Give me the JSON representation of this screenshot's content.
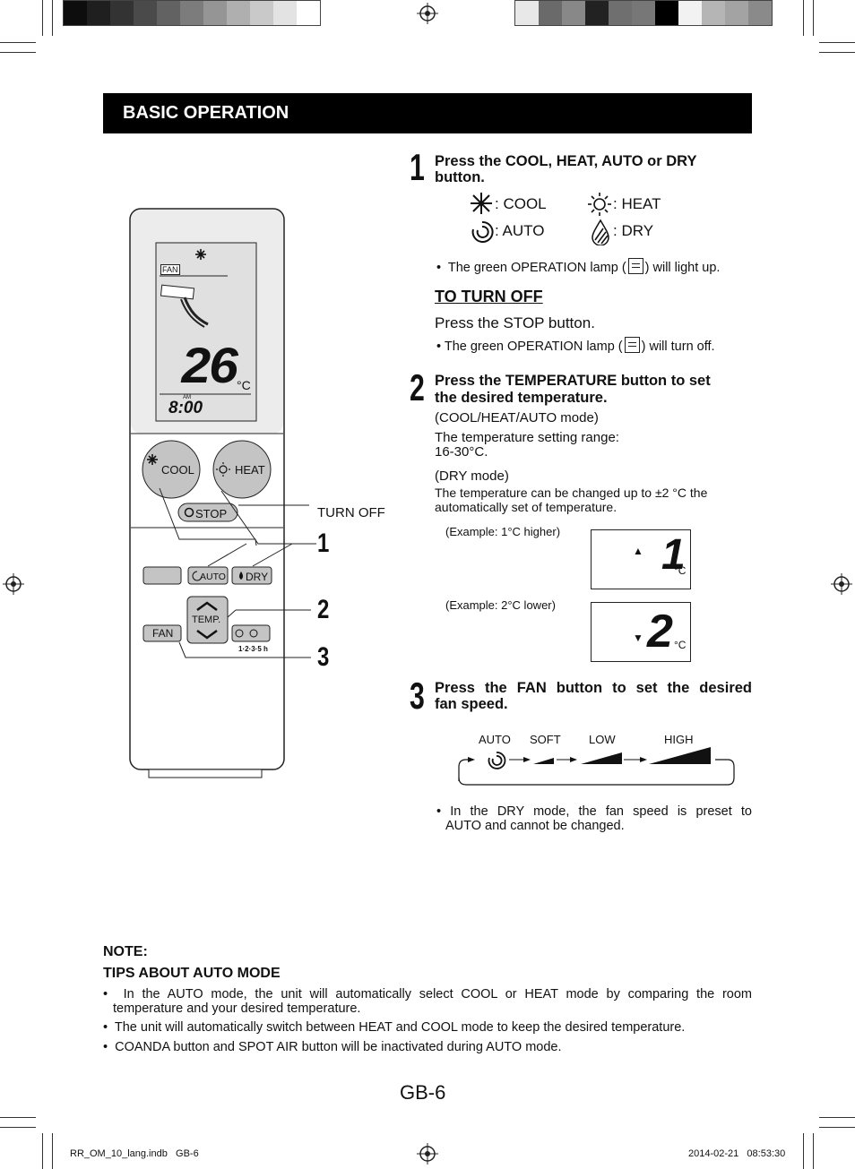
{
  "header": {
    "title": "BASIC OPERATION"
  },
  "step1": {
    "number": "1",
    "title": "Press the COOL, HEAT, AUTO or DRY button.",
    "modes": [
      {
        "icon": "snowflake-icon",
        "label": ": COOL"
      },
      {
        "icon": "sun-icon",
        "label": ": HEAT"
      },
      {
        "icon": "auto-swirl-icon",
        "label": ": AUTO"
      },
      {
        "icon": "drop-icon",
        "label": ": DRY"
      }
    ],
    "lamp_note_pre": "The green OPERATION lamp (",
    "lamp_note_post": ") will light up."
  },
  "turn_off": {
    "heading": "TO TURN OFF",
    "instruction": "Press the STOP button.",
    "lamp_note_pre": "The green OPERATION lamp (",
    "lamp_note_post": ") will turn off."
  },
  "step2": {
    "number": "2",
    "title_line1": "Press the TEMPERATURE button to set",
    "title_line2": "the desired temperature.",
    "mode_a": "(COOL/HEAT/AUTO mode)",
    "range_label": "The temperature setting range:",
    "range_value": "16-30°C.",
    "mode_b": "(DRY mode)",
    "dry_line1": "The temperature can be changed up to ±2 °C the",
    "dry_line2": "automatically set of temperature.",
    "example1": "(Example: 1°C higher)",
    "example1_display": "1",
    "example2": "(Example: 2°C lower)",
    "example2_display": "2",
    "unit": "°C"
  },
  "step3": {
    "number": "3",
    "title_line1": "Press the FAN button to set the desired",
    "title_line2": "fan speed.",
    "speeds": [
      "AUTO",
      "SOFT",
      "LOW",
      "HIGH"
    ],
    "dry_note_line1": "In the DRY mode, the fan speed is preset to",
    "dry_note_line2": "AUTO and cannot be changed."
  },
  "remote": {
    "lcd_fan": "FAN",
    "lcd_temp": "26",
    "lcd_unit": "°C",
    "lcd_am": "AM",
    "lcd_time": "8:00",
    "btn_cool": "COOL",
    "btn_heat": "HEAT",
    "btn_stop": "STOP",
    "btn_auto": "AUTO",
    "btn_dry": "DRY",
    "btn_temp": "TEMP.",
    "btn_fan": "FAN",
    "timer_hours": "1·2·3·5 h",
    "turn_off_label": "TURN OFF",
    "callouts": [
      "1",
      "2",
      "3"
    ]
  },
  "notes": {
    "heading": "NOTE:",
    "subheading": "TIPS ABOUT AUTO MODE",
    "items": [
      [
        "In the AUTO mode, the unit will automatically select COOL or HEAT mode by comparing the room",
        "temperature and your desired temperature."
      ],
      [
        "The unit will automatically switch between HEAT and COOL mode to keep the desired temperature."
      ],
      [
        "COANDA button and SPOT AIR button will be inactivated during AUTO mode."
      ]
    ]
  },
  "page_number": "GB-6",
  "footer": {
    "file": "RR_OM_10_lang.indb   GB-6",
    "timestamp": "2014-02-21   08:53:30"
  },
  "colors": {
    "header_bg": "#000000",
    "lcd_bg": "#e6e6e6",
    "button_fill": "#bdbdbd"
  }
}
